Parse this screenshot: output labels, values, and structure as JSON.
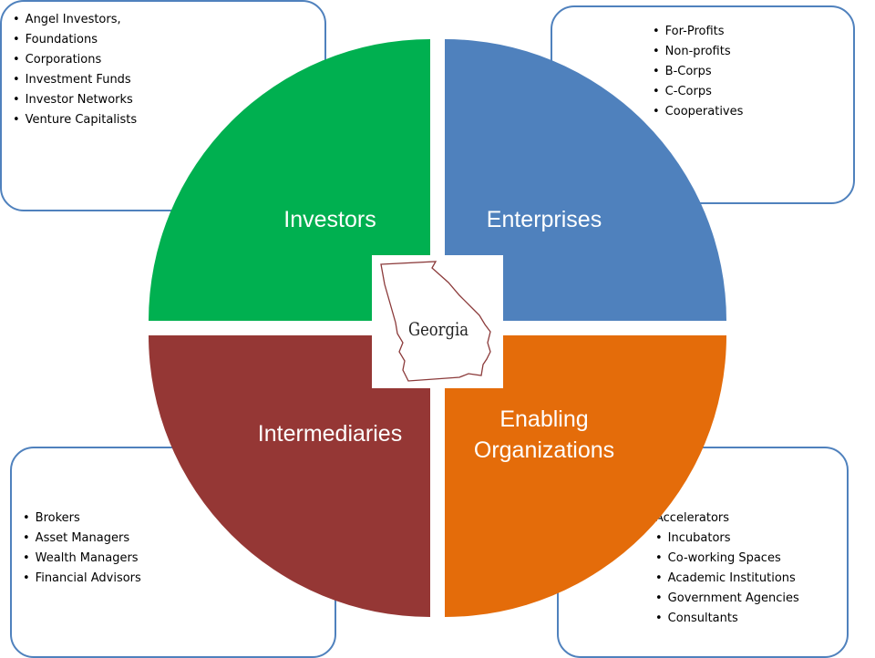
{
  "colors": {
    "investors": "#00b050",
    "enterprises": "#4f81bd",
    "intermediaries": "#953735",
    "enabling": "#e46c0a",
    "callout_border": "#4f81bd",
    "georgia_outline": "#8b3a3a"
  },
  "quadrants": {
    "investors": "Investors",
    "enterprises": "Enterprises",
    "intermediaries": "Intermediaries",
    "enabling_line1": "Enabling",
    "enabling_line2": "Organizations"
  },
  "center": {
    "label": "Georgia",
    "icon": "georgia-map-icon"
  },
  "lists": {
    "investors": [
      "Angel Investors,",
      "Foundations",
      "Corporations",
      "Investment Funds",
      "Investor Networks",
      "Venture Capitalists"
    ],
    "enterprises": [
      "For-Profits",
      "Non-profits",
      "B-Corps",
      "C-Corps",
      "Cooperatives"
    ],
    "intermediaries": [
      "Brokers",
      "Asset Managers",
      "Wealth Managers",
      "Financial Advisors"
    ],
    "enabling": [
      "Accelerators",
      "Incubators",
      "Co-working Spaces",
      "Academic Institutions",
      "Government Agencies",
      "Consultants"
    ]
  }
}
